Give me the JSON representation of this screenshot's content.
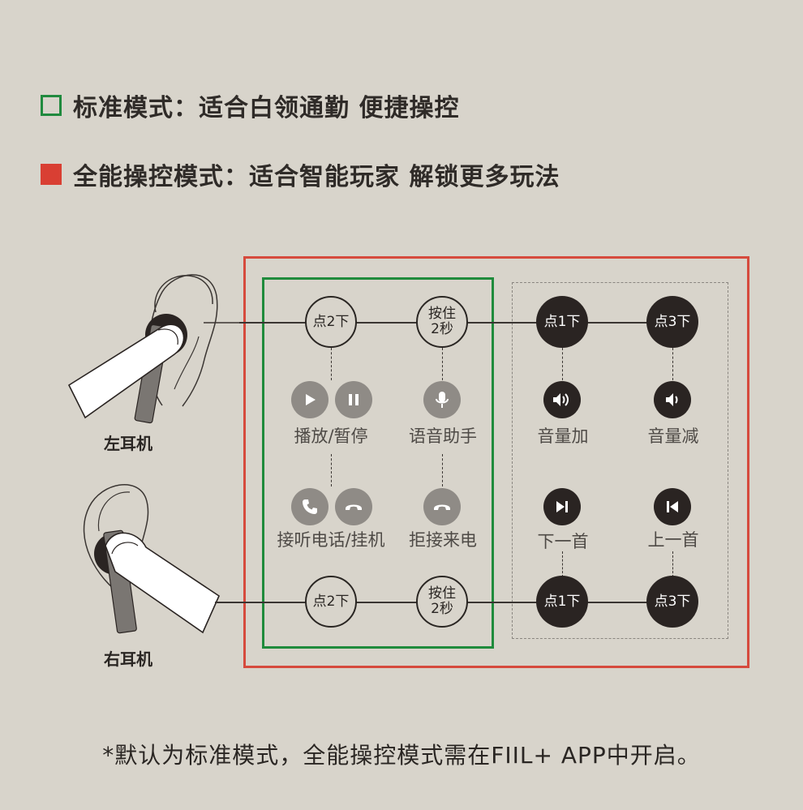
{
  "legend": {
    "standard": "标准模式：适合白领通勤 便捷操控",
    "advanced": "全能操控模式：适合智能玩家 解锁更多玩法"
  },
  "ears": {
    "left": "左耳机",
    "right": "右耳机"
  },
  "standard_mode": {
    "top_tap": "点2下",
    "top_hold_1": "按住",
    "top_hold_2": "2秒",
    "bottom_tap": "点2下",
    "bottom_hold_1": "按住",
    "bottom_hold_2": "2秒",
    "play_pause": "播放/暂停",
    "voice_assistant": "语音助手",
    "answer_hangup": "接听电话/挂机",
    "reject_call": "拒接来电"
  },
  "advanced_mode": {
    "top_tap1": "点1下",
    "top_tap3": "点3下",
    "bottom_tap1": "点1下",
    "bottom_tap3": "点3下",
    "volume_up": "音量加",
    "volume_down": "音量减",
    "next_track": "下一首",
    "prev_track": "上一首"
  },
  "footnote": "*默认为标准模式，全能操控模式需在FIIL+ APP中开启。",
  "colors": {
    "background": "#d8d4cb",
    "green": "#1f8b3c",
    "red": "#d64a3d",
    "dark": "#2a2422",
    "grey_icon": "#8f8b86"
  }
}
